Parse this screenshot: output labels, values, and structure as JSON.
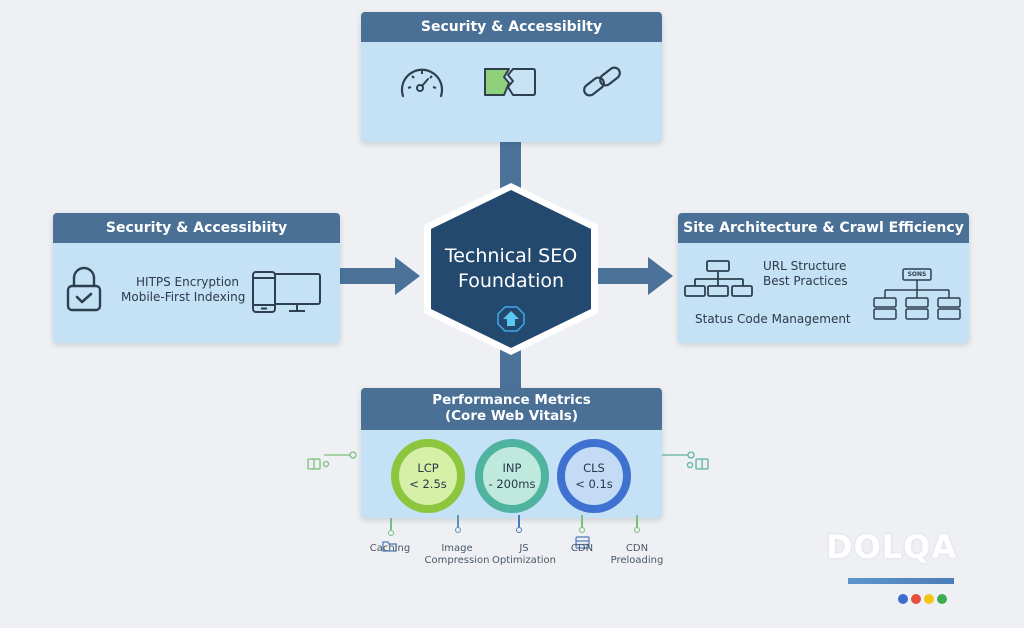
{
  "center": {
    "title_line1": "Technical SEO",
    "title_line2": "Foundation",
    "icon": "arrow-up-icon"
  },
  "top_card": {
    "title": "Security & Accessibilty",
    "icons": [
      "speedometer-icon",
      "puzzle-pieces-icon",
      "chain-link-icon"
    ]
  },
  "left_card": {
    "title": "Security & Accessibiity",
    "line1": "HITPS Encryption",
    "line2": "Mobile-First Indexing",
    "icons": [
      "padlock-check-icon",
      "phone-desktop-icon"
    ]
  },
  "right_card": {
    "title": "Site Architecture & Crawl Efficiency",
    "line1": "URL Structure",
    "line2": "Best Practices",
    "line3": "Status Code Management",
    "icons": [
      "sitemap-tree-icon",
      "status-code-tree-icon"
    ],
    "tree_root_label": "SONS"
  },
  "bottom_card": {
    "title_line1": "Performance Metrics",
    "title_line2": "(Core Web Vitals)",
    "metrics": [
      {
        "name": "LCP",
        "value": "< 2.5s",
        "color": "#8cc63f"
      },
      {
        "name": "INP",
        "value": "- 200ms",
        "color": "#4fb3a0"
      },
      {
        "name": "CLS",
        "value": "< 0.1s",
        "color": "#3f72d0"
      }
    ]
  },
  "techniques": [
    {
      "line1": "",
      "line2": "Caching",
      "color": "#7cbf7c"
    },
    {
      "line1": "Image",
      "line2": "Compression",
      "color": "#5a94b8"
    },
    {
      "line1": "JS",
      "line2": "Optimization",
      "color": "#4a78b8"
    },
    {
      "line1": "",
      "line2": "CDN",
      "color": "#7cbf7c"
    },
    {
      "line1": "CDN",
      "line2": "Preloading",
      "color": "#7cbf7c"
    }
  ],
  "brand": {
    "logo_text": "DOLQA",
    "dots": [
      "#3a6fd0",
      "#e94e3c",
      "#f5c518",
      "#3dae4f"
    ]
  }
}
